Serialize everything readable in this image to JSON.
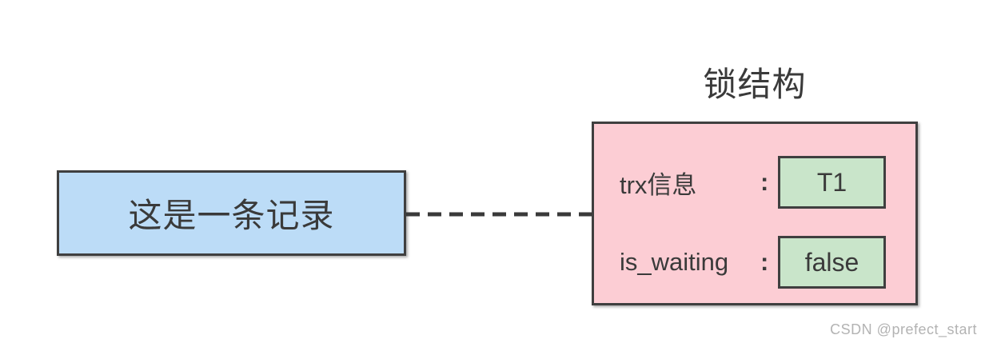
{
  "title": "锁结构",
  "record_box": {
    "label": "这是一条记录"
  },
  "lock_structure": {
    "rows": [
      {
        "label": "trx信息",
        "separator": ":",
        "value": "T1"
      },
      {
        "label": "is_waiting",
        "separator": ":",
        "value": "false"
      }
    ]
  },
  "watermark": "CSDN @prefect_start",
  "colors": {
    "record_fill": "#bcdcf7",
    "lock_fill": "#fccdd4",
    "value_fill": "#c9e5ca",
    "border": "#3f3f3f",
    "text": "#3a3a3a",
    "connector": "#3a3a3a",
    "watermark": "#b3b3b3"
  }
}
